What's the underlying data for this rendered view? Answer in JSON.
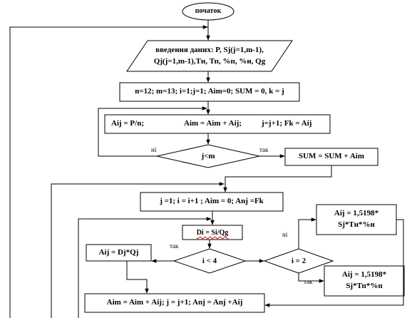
{
  "nodes": {
    "start": "початок",
    "input_line1": "введення даних: P, Sj(j=1,m-1),",
    "input_line2": "Qj(j=1,m-1),Тн, Тп, %п, %н, Qg",
    "init": "n=12; m=13; i=1;j=1; Aim=0; SUM = 0, k = j",
    "loop1_a": "Aij = P/n;",
    "loop1_b": "Aim = Aim + Aij;",
    "loop1_c": "j=j+1;  Fk = Aij",
    "cond1": "j<m",
    "sum": "SUM = SUM + Aim",
    "reset": "j =1; i = i+1 ; Aim = 0; Anj =Fk",
    "di": "Di = Si/Qg",
    "aij_q": "Aij = Dj*Qj",
    "cond_i4": "i < 4",
    "cond_i2": "i =  2",
    "aij_n_1": "Aij = 1,5198*",
    "aij_n_2": "Sj*Тн*%н",
    "aij_p_1": "Aij = 1,5198*",
    "aij_p_2": "Sj*Тп*%п",
    "accumulate": "Aim = Aim + Aij;   j = j+1; Anj = Anj +Aij"
  },
  "edge_labels": {
    "cond1_no": "ні",
    "cond1_yes": "так",
    "cond_i4_yes": "так",
    "cond_i2_no": "ні",
    "cond_i2_yes": "так"
  }
}
